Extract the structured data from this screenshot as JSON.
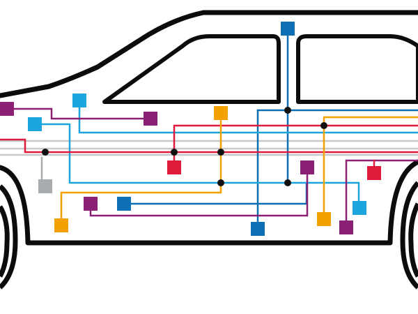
{
  "colors": {
    "background": "#ffffff",
    "outline": "#0c0c0c",
    "blue": "#0e6fb5",
    "sky": "#1da6dd",
    "purple": "#8a1f73",
    "orange": "#f2a100",
    "red": "#df1b3b",
    "gray": "#a9acaf",
    "gray_light": "#c6c8ca",
    "pink": "#e2478a",
    "junction": "#111111"
  },
  "modules": [
    {
      "name": "module-blue-top",
      "color": "blue"
    },
    {
      "name": "module-sky-front",
      "color": "sky"
    },
    {
      "name": "module-purple-front-left",
      "color": "purple"
    },
    {
      "name": "module-sky-left",
      "color": "sky"
    },
    {
      "name": "module-purple-dash",
      "color": "purple"
    },
    {
      "name": "module-orange-dash",
      "color": "orange"
    },
    {
      "name": "module-red-center",
      "color": "red"
    },
    {
      "name": "module-gray-front",
      "color": "gray"
    },
    {
      "name": "module-purple-center",
      "color": "purple"
    },
    {
      "name": "module-red-rear",
      "color": "red"
    },
    {
      "name": "module-orange-bottom-left",
      "color": "orange"
    },
    {
      "name": "module-purple-bottom",
      "color": "purple"
    },
    {
      "name": "module-blue-bottom",
      "color": "blue"
    },
    {
      "name": "module-blue-floor",
      "color": "blue"
    },
    {
      "name": "module-orange-floor",
      "color": "orange"
    },
    {
      "name": "module-purple-rear-floor",
      "color": "purple"
    },
    {
      "name": "module-sky-rear",
      "color": "sky"
    }
  ]
}
